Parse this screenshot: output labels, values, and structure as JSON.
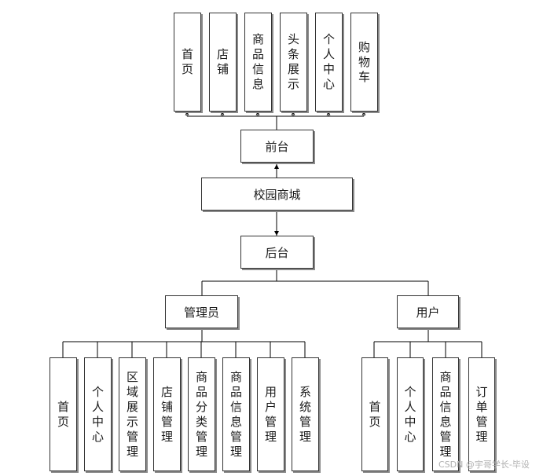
{
  "front": {
    "modules": [
      "首页",
      "店铺",
      "商品信息",
      "头条展示",
      "个人中心",
      "购物车"
    ],
    "label": "前台"
  },
  "root": {
    "label": "校园商城"
  },
  "back": {
    "label": "后台"
  },
  "admin": {
    "label": "管理员",
    "modules": [
      "首页",
      "个人中心",
      "区域展示管理",
      "店铺管理",
      "商品分类管理",
      "商品信息管理",
      "用户管理",
      "系统管理"
    ]
  },
  "user": {
    "label": "用户",
    "modules": [
      "首页",
      "个人中心",
      "商品信息管理",
      "订单管理"
    ]
  },
  "watermark": "CSDN @宇哥学长-毕设"
}
